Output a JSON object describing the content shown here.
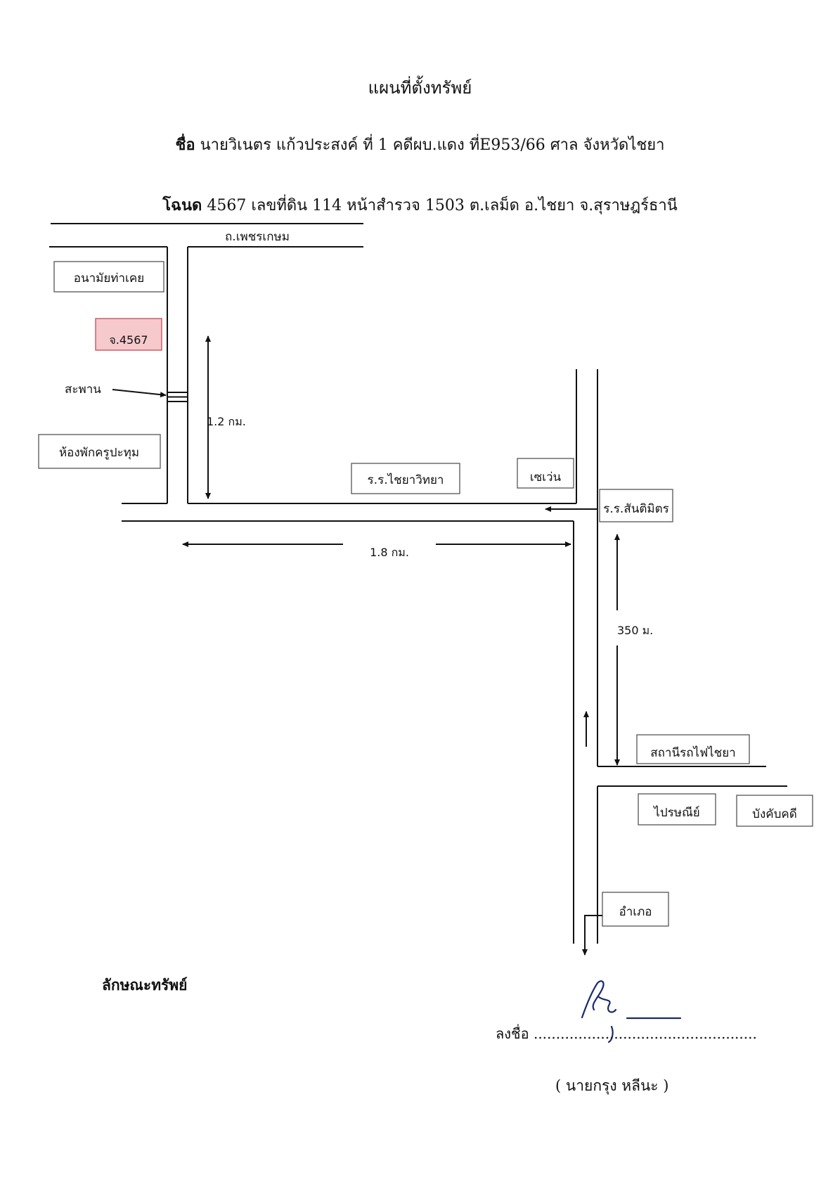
{
  "header": {
    "title": "แผนที่ตั้งทรัพย์",
    "name_label": "ชื่อ",
    "name_rest": " นายวิเนตร แก้วประสงค์  ที่ 1  คดีผบ.แดง ที่E953/66 ศาล จังหวัดไชยา",
    "deed_label": "โฉนด",
    "deed_num": " 4567 ",
    "plot_label": "เลขที่ดิน",
    "plot_num": " 114 ",
    "survey_label": "หน้าสำรวจ",
    "survey_rest": " 1503 ต.เลม็ด อ.ไชยา จ.สุราษฎร์ธานี"
  },
  "map": {
    "road_name": "ถ.เพชรเกษม",
    "landmarks": {
      "health_center": "อนามัยท่าเคย",
      "deed_box": "จ.4567",
      "bridge": "สะพาน",
      "room": "ห้องพักครูปะทุม",
      "school": "ร.ร.ไชยาวิทยา",
      "seven": "เซเว่น",
      "school2": "ร.ร.สันติมิตร",
      "station": "สถานีรถไฟไชยา",
      "post": "ไปรษณีย์",
      "enforcement": "บังคับคดี",
      "district": "อำเภอ"
    },
    "distances": {
      "d1": "1.2 กม.",
      "d2": "1.8 กม.",
      "d3": "350 ม."
    },
    "colors": {
      "deed_fill": "#f6c9cc",
      "deed_border": "#c44b55",
      "ink": "#111111"
    }
  },
  "footer": {
    "property_label": "ลักษณะทรัพย์",
    "sign_label": "ลงชื่อ ",
    "sign_dots": "..................................................",
    "signer": "(  นายกรุง หลีนะ  )"
  }
}
